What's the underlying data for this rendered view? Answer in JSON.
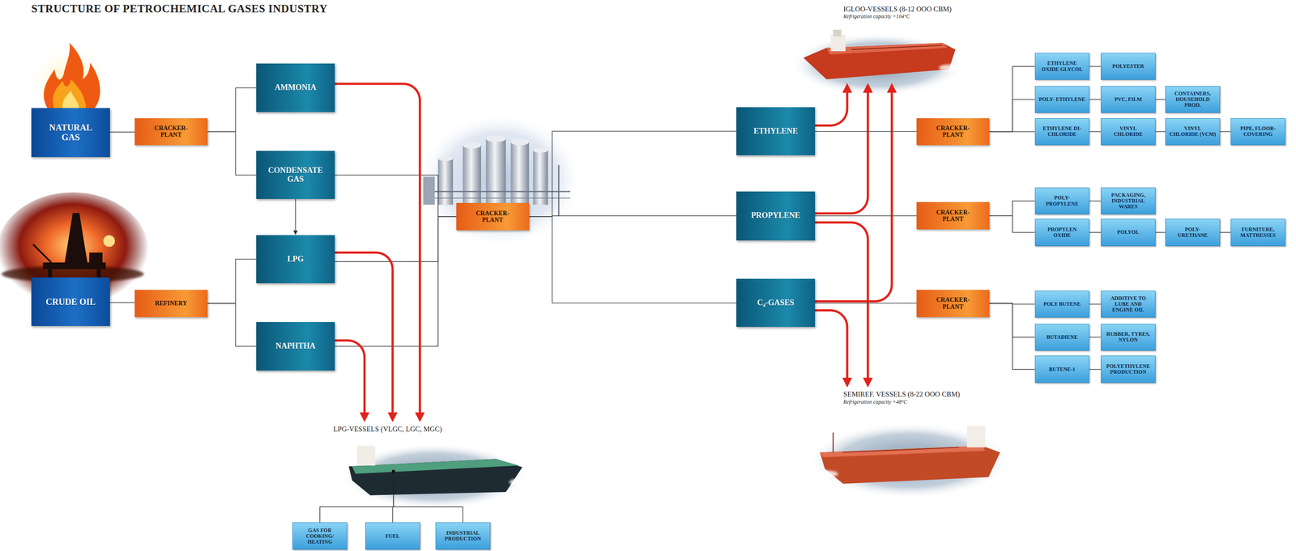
{
  "diagram": {
    "title": "STRUCTURE OF PETROCHEMICAL GASES INDUSTRY",
    "nodes": [
      {
        "text": [
          "NATURAL GAS"
        ]
      },
      {
        "text": [
          "CRACKER- PLANT"
        ]
      },
      {
        "text": [
          "AMMONIA"
        ]
      },
      {
        "text": [
          "CONDENSATE GAS"
        ]
      },
      {
        "text": [
          "LPG"
        ]
      },
      {
        "text": [
          "NAPHTHA"
        ]
      },
      {
        "text": [
          "CRUDE OIL"
        ]
      },
      {
        "text": [
          "REFINERY"
        ]
      },
      {
        "text": [
          "CRACKER- PLANT"
        ]
      },
      {
        "text": [
          "LPG-VESSELS (VLGC, LGC, MGC)"
        ]
      },
      {
        "text": [
          "GAS FOR COOKING/ HEATING"
        ]
      },
      {
        "text": [
          "FUEL"
        ]
      },
      {
        "text": [
          "INDUSTRIAL PRODUCTION"
        ]
      },
      {
        "text": [
          "IGLOO-VESSELS (8-12 OOO CBM)",
          "Refrigeration capacity +104°C"
        ]
      },
      {
        "text": [
          "ETHYLENE"
        ]
      },
      {
        "text": [
          "PROPYLENE"
        ]
      },
      {
        "text": [
          "C₄-GASES"
        ]
      },
      {
        "text": [
          "SEMIREF. VESSELS (8-22 OOO CBM)",
          "Refrigeration capacity +48°C"
        ]
      },
      {
        "text": [
          "CRACKER- PLANT"
        ]
      },
      {
        "text": [
          "CRACKER- PLANT"
        ]
      },
      {
        "text": [
          "CRACKER- PLANT"
        ]
      },
      {
        "text": [
          "ETHYLENE OXIDE GLYCOL"
        ]
      },
      {
        "text": [
          "POLYESTER"
        ]
      },
      {
        "text": [
          "POLY- ETHYLENE"
        ]
      },
      {
        "text": [
          "PVC, FILM"
        ]
      },
      {
        "text": [
          "CONTAINERS, HOUSEHOLD PROD."
        ]
      },
      {
        "text": [
          "ETHYLENE DI-CHLORIDE"
        ]
      },
      {
        "text": [
          "VINYL CHLORIDE"
        ]
      },
      {
        "text": [
          "VINYL CHLORIDE (VCM)"
        ]
      },
      {
        "text": [
          "PIPE, FLOOR- COVERING"
        ]
      },
      {
        "text": [
          "POLY- PROPYLENE"
        ]
      },
      {
        "text": [
          "PACKAGING, INDUSTRIAL WARES"
        ]
      },
      {
        "text": [
          "PROPYLEN OXIDE"
        ]
      },
      {
        "text": [
          "POLYOL"
        ]
      },
      {
        "text": [
          "POLY- URETHANE"
        ]
      },
      {
        "text": [
          "FURNITURE, MATTRESSES"
        ]
      },
      {
        "text": [
          "POLY BUTENE"
        ]
      },
      {
        "text": [
          "ADDITIVE TO LUBE AND ENGINE OIL"
        ]
      },
      {
        "text": [
          "BUTADIENE"
        ]
      },
      {
        "text": [
          "RUBBER, TYRES, NYLON"
        ]
      },
      {
        "text": [
          "BUTENE-1"
        ]
      },
      {
        "text": [
          "POLYETHYLENE PRODUCTION"
        ]
      }
    ],
    "edges": [
      {
        "from": 0,
        "to": 1,
        "arrow": "none"
      },
      {
        "from": 1,
        "to": 2,
        "arrow": "none"
      },
      {
        "from": 1,
        "to": 3,
        "arrow": "none"
      },
      {
        "from": 3,
        "to": 4,
        "arrow": "to"
      },
      {
        "from": 6,
        "to": 7,
        "arrow": "none"
      },
      {
        "from": 7,
        "to": 4,
        "arrow": "none"
      },
      {
        "from": 7,
        "to": 5,
        "arrow": "none"
      },
      {
        "from": 3,
        "to": 8,
        "arrow": "none"
      },
      {
        "from": 4,
        "to": 8,
        "arrow": "none"
      },
      {
        "from": 5,
        "to": 8,
        "arrow": "none"
      },
      {
        "from": 8,
        "to": 14,
        "arrow": "none"
      },
      {
        "from": 8,
        "to": 15,
        "arrow": "none"
      },
      {
        "from": 8,
        "to": 16,
        "arrow": "none"
      },
      {
        "from": 2,
        "to": 9,
        "arrow": "to"
      },
      {
        "from": 4,
        "to": 9,
        "arrow": "to"
      },
      {
        "from": 5,
        "to": 9,
        "arrow": "to"
      },
      {
        "from": 14,
        "to": 13,
        "arrow": "to"
      },
      {
        "from": 15,
        "to": 13,
        "arrow": "to"
      },
      {
        "from": 16,
        "to": 13,
        "arrow": "to"
      },
      {
        "from": 15,
        "to": 17,
        "arrow": "to"
      },
      {
        "from": 16,
        "to": 17,
        "arrow": "to"
      },
      {
        "from": 14,
        "to": 18,
        "arrow": "none"
      },
      {
        "from": 15,
        "to": 19,
        "arrow": "none"
      },
      {
        "from": 16,
        "to": 20,
        "arrow": "none"
      },
      {
        "from": 18,
        "to": 21,
        "arrow": "none"
      },
      {
        "from": 18,
        "to": 23,
        "arrow": "none"
      },
      {
        "from": 18,
        "to": 26,
        "arrow": "none"
      },
      {
        "from": 21,
        "to": 22,
        "arrow": "none"
      },
      {
        "from": 23,
        "to": 24,
        "arrow": "none"
      },
      {
        "from": 24,
        "to": 25,
        "arrow": "none"
      },
      {
        "from": 26,
        "to": 27,
        "arrow": "none"
      },
      {
        "from": 27,
        "to": 28,
        "arrow": "none"
      },
      {
        "from": 28,
        "to": 29,
        "arrow": "none"
      },
      {
        "from": 19,
        "to": 30,
        "arrow": "none"
      },
      {
        "from": 19,
        "to": 32,
        "arrow": "none"
      },
      {
        "from": 30,
        "to": 31,
        "arrow": "none"
      },
      {
        "from": 32,
        "to": 33,
        "arrow": "none"
      },
      {
        "from": 33,
        "to": 34,
        "arrow": "none"
      },
      {
        "from": 34,
        "to": 35,
        "arrow": "none"
      },
      {
        "from": 20,
        "to": 36,
        "arrow": "none"
      },
      {
        "from": 20,
        "to": 38,
        "arrow": "none"
      },
      {
        "from": 20,
        "to": 40,
        "arrow": "none"
      },
      {
        "from": 36,
        "to": 37,
        "arrow": "none"
      },
      {
        "from": 38,
        "to": 39,
        "arrow": "none"
      },
      {
        "from": 40,
        "to": 41,
        "arrow": "none"
      },
      {
        "from": 9,
        "to": 10,
        "arrow": "none"
      },
      {
        "from": 9,
        "to": 11,
        "arrow": "none"
      },
      {
        "from": 9,
        "to": 12,
        "arrow": "none"
      }
    ]
  }
}
